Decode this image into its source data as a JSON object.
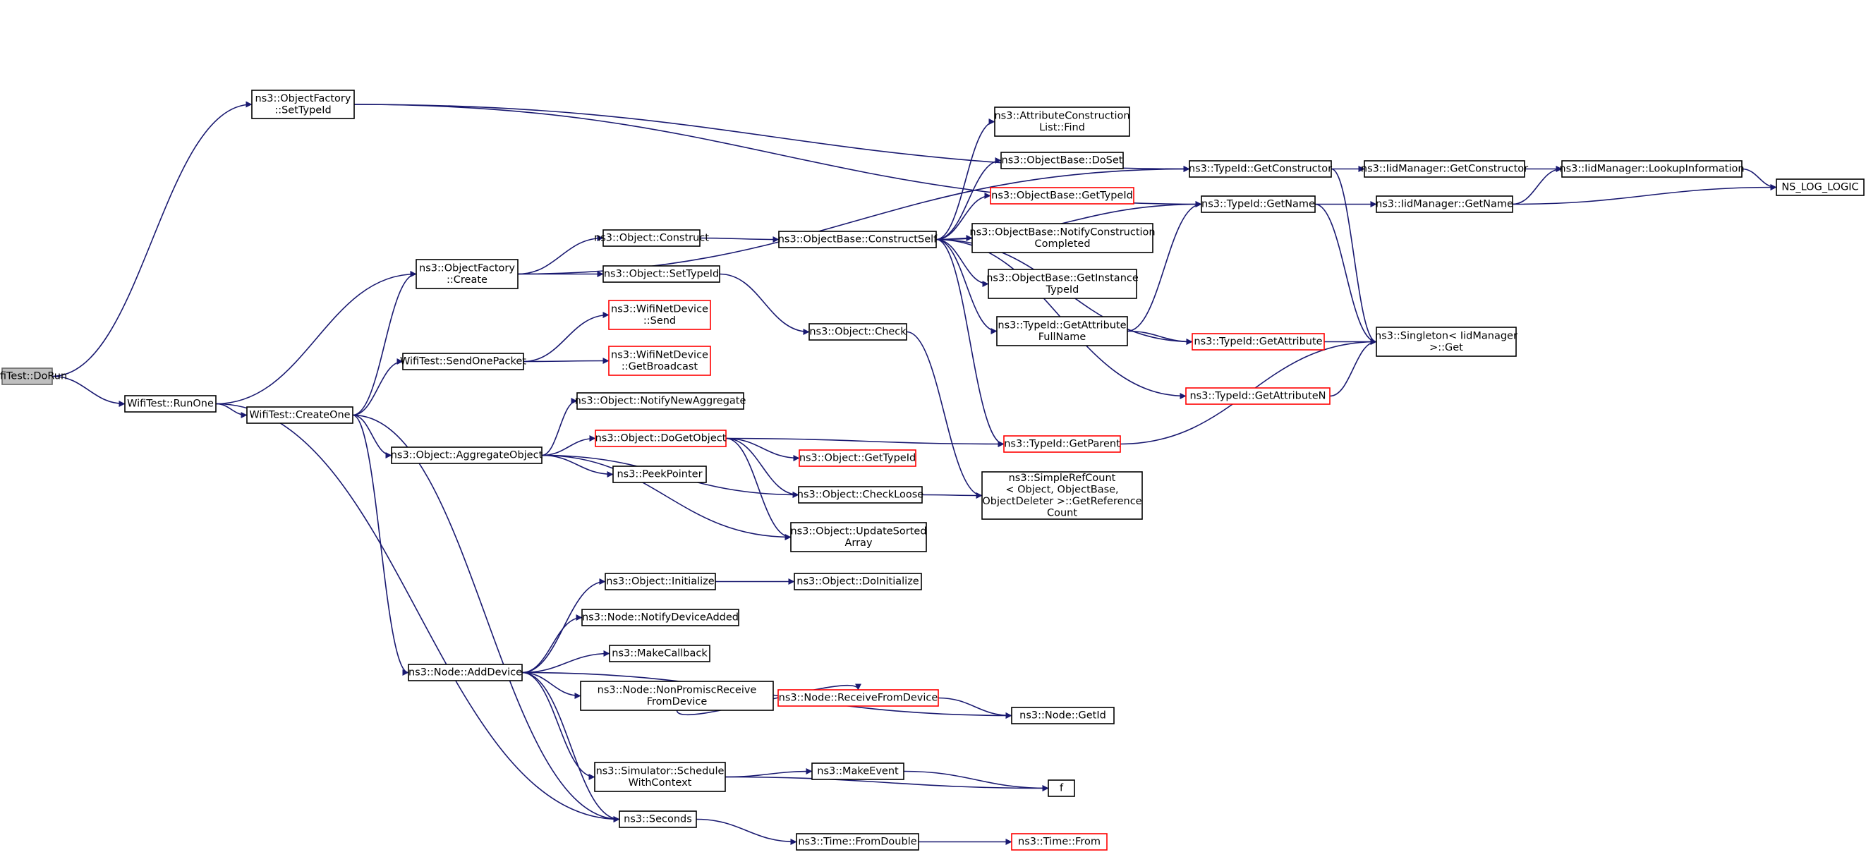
{
  "diagram": {
    "colors": {
      "edge": "#191970",
      "root_fill": "#bfbfbf",
      "root_border": "#666666",
      "node_border": "#000000",
      "missing_doc_border": "#ff0000"
    },
    "nodes": [
      {
        "id": "n0",
        "lines": [
          "WifiTest::DoRun"
        ],
        "style": "root"
      },
      {
        "id": "n1",
        "lines": [
          "ns3::ObjectFactory",
          "::SetTypeId"
        ]
      },
      {
        "id": "n2",
        "lines": [
          "WifiTest::RunOne"
        ]
      },
      {
        "id": "n3",
        "lines": [
          "ns3::TypeId::GetConstructor"
        ]
      },
      {
        "id": "n4",
        "lines": [
          "ns3::TypeId::GetName"
        ]
      },
      {
        "id": "n5",
        "lines": [
          "ns3::ObjectFactory",
          "::Create"
        ]
      },
      {
        "id": "n6",
        "lines": [
          "WifiTest::CreateOne"
        ]
      },
      {
        "id": "n7",
        "lines": [
          "ns3::Seconds"
        ]
      },
      {
        "id": "n8",
        "lines": [
          "ns3::Object::Construct"
        ]
      },
      {
        "id": "n9",
        "lines": [
          "ns3::Object::SetTypeId"
        ]
      },
      {
        "id": "n10",
        "lines": [
          "ns3::Object::AggregateObject"
        ]
      },
      {
        "id": "n11",
        "lines": [
          "ns3::Node::AddDevice"
        ]
      },
      {
        "id": "n12",
        "lines": [
          "WifiTest::SendOnePacket"
        ]
      },
      {
        "id": "n13",
        "lines": [
          "ns3::IidManager::GetConstructor"
        ]
      },
      {
        "id": "n14",
        "lines": [
          "ns3::Singleton< IidManager",
          " >::Get"
        ]
      },
      {
        "id": "n15",
        "lines": [
          "ns3::IidManager::GetName"
        ]
      },
      {
        "id": "n16",
        "lines": [
          "ns3::ObjectBase::ConstructSelf"
        ]
      },
      {
        "id": "n17",
        "lines": [
          "ns3::Object::Check"
        ]
      },
      {
        "id": "n18",
        "lines": [
          "ns3::Object::DoGetObject"
        ],
        "style": "red"
      },
      {
        "id": "n19",
        "lines": [
          "ns3::Object::CheckLoose"
        ]
      },
      {
        "id": "n20",
        "lines": [
          "ns3::Object::NotifyNewAggregate"
        ]
      },
      {
        "id": "n21",
        "lines": [
          "ns3::PeekPointer"
        ]
      },
      {
        "id": "n22",
        "lines": [
          "ns3::Object::UpdateSorted",
          "Array"
        ]
      },
      {
        "id": "n23",
        "lines": [
          "ns3::Simulator::Schedule",
          "WithContext"
        ]
      },
      {
        "id": "n24",
        "lines": [
          "ns3::Object::Initialize"
        ]
      },
      {
        "id": "n25",
        "lines": [
          "ns3::MakeCallback"
        ]
      },
      {
        "id": "n26",
        "lines": [
          "ns3::Node::GetId"
        ]
      },
      {
        "id": "n27",
        "lines": [
          "ns3::Node::NonPromiscReceive",
          "FromDevice"
        ]
      },
      {
        "id": "n28",
        "lines": [
          "ns3::Node::NotifyDeviceAdded"
        ]
      },
      {
        "id": "n29",
        "lines": [
          "ns3::Time::FromDouble"
        ]
      },
      {
        "id": "n30",
        "lines": [
          "ns3::WifiNetDevice",
          "::GetBroadcast"
        ],
        "style": "red"
      },
      {
        "id": "n31",
        "lines": [
          "ns3::WifiNetDevice",
          "::Send"
        ],
        "style": "red"
      },
      {
        "id": "n32",
        "lines": [
          "ns3::IidManager::LookupInformation"
        ]
      },
      {
        "id": "n33",
        "lines": [
          "NS_LOG_LOGIC"
        ]
      },
      {
        "id": "n34",
        "lines": [
          "ns3::AttributeConstruction",
          "List::Find"
        ]
      },
      {
        "id": "n35",
        "lines": [
          "ns3::ObjectBase::DoSet"
        ]
      },
      {
        "id": "n36",
        "lines": [
          "ns3::ObjectBase::GetInstance",
          "TypeId"
        ]
      },
      {
        "id": "n37",
        "lines": [
          "ns3::ObjectBase::GetTypeId"
        ],
        "style": "red"
      },
      {
        "id": "n38",
        "lines": [
          "ns3::ObjectBase::NotifyConstruction",
          "Completed"
        ]
      },
      {
        "id": "n39",
        "lines": [
          "ns3::TypeId::GetAttribute"
        ],
        "style": "red"
      },
      {
        "id": "n40",
        "lines": [
          "ns3::TypeId::GetAttribute",
          "FullName"
        ]
      },
      {
        "id": "n41",
        "lines": [
          "ns3::TypeId::GetAttributeN"
        ],
        "style": "red"
      },
      {
        "id": "n42",
        "lines": [
          "ns3::TypeId::GetParent"
        ],
        "style": "red"
      },
      {
        "id": "n43",
        "lines": [
          "ns3::SimpleRefCount",
          "< Object, ObjectBase,",
          " ObjectDeleter >::GetReference",
          "Count"
        ]
      },
      {
        "id": "n44",
        "lines": [
          "ns3::Object::GetTypeId"
        ],
        "style": "red"
      },
      {
        "id": "n45",
        "lines": [
          "ns3::Object::DoInitialize"
        ]
      },
      {
        "id": "n46",
        "lines": [
          "ns3::MakeEvent"
        ]
      },
      {
        "id": "n47",
        "lines": [
          "f"
        ]
      },
      {
        "id": "n48",
        "lines": [
          "ns3::Node::ReceiveFromDevice"
        ],
        "style": "red"
      },
      {
        "id": "n49",
        "lines": [
          "ns3::Time::From"
        ],
        "style": "red"
      }
    ],
    "edges": [
      [
        "n0",
        "n1"
      ],
      [
        "n0",
        "n2"
      ],
      [
        "n1",
        "n3"
      ],
      [
        "n1",
        "n4"
      ],
      [
        "n2",
        "n5"
      ],
      [
        "n2",
        "n6"
      ],
      [
        "n2",
        "n7"
      ],
      [
        "n5",
        "n3"
      ],
      [
        "n5",
        "n8"
      ],
      [
        "n5",
        "n9"
      ],
      [
        "n6",
        "n5"
      ],
      [
        "n6",
        "n10"
      ],
      [
        "n6",
        "n11"
      ],
      [
        "n6",
        "n12"
      ],
      [
        "n6",
        "n7"
      ],
      [
        "n3",
        "n13"
      ],
      [
        "n3",
        "n14"
      ],
      [
        "n4",
        "n15"
      ],
      [
        "n4",
        "n14"
      ],
      [
        "n13",
        "n32"
      ],
      [
        "n15",
        "n32"
      ],
      [
        "n15",
        "n33"
      ],
      [
        "n32",
        "n33"
      ],
      [
        "n8",
        "n16"
      ],
      [
        "n9",
        "n17"
      ],
      [
        "n16",
        "n4"
      ],
      [
        "n16",
        "n34"
      ],
      [
        "n16",
        "n35"
      ],
      [
        "n16",
        "n36"
      ],
      [
        "n16",
        "n37"
      ],
      [
        "n16",
        "n38"
      ],
      [
        "n16",
        "n39"
      ],
      [
        "n16",
        "n40"
      ],
      [
        "n16",
        "n41"
      ],
      [
        "n16",
        "n42"
      ],
      [
        "n40",
        "n4"
      ],
      [
        "n40",
        "n39"
      ],
      [
        "n39",
        "n14"
      ],
      [
        "n41",
        "n14"
      ],
      [
        "n42",
        "n14"
      ],
      [
        "n17",
        "n43"
      ],
      [
        "n10",
        "n18"
      ],
      [
        "n10",
        "n19"
      ],
      [
        "n10",
        "n20"
      ],
      [
        "n10",
        "n21"
      ],
      [
        "n10",
        "n22"
      ],
      [
        "n18",
        "n42"
      ],
      [
        "n18",
        "n44"
      ],
      [
        "n18",
        "n19"
      ],
      [
        "n18",
        "n22"
      ],
      [
        "n19",
        "n43"
      ],
      [
        "n11",
        "n23"
      ],
      [
        "n11",
        "n24"
      ],
      [
        "n11",
        "n25"
      ],
      [
        "n11",
        "n26"
      ],
      [
        "n11",
        "n27"
      ],
      [
        "n11",
        "n28"
      ],
      [
        "n11",
        "n7"
      ],
      [
        "n12",
        "n30"
      ],
      [
        "n12",
        "n31"
      ],
      [
        "n24",
        "n45"
      ],
      [
        "n27",
        "n48"
      ],
      [
        "n48",
        "n26"
      ],
      [
        "n23",
        "n46"
      ],
      [
        "n23",
        "n47"
      ],
      [
        "n46",
        "n47"
      ],
      [
        "n7",
        "n29"
      ],
      [
        "n29",
        "n49"
      ]
    ]
  }
}
